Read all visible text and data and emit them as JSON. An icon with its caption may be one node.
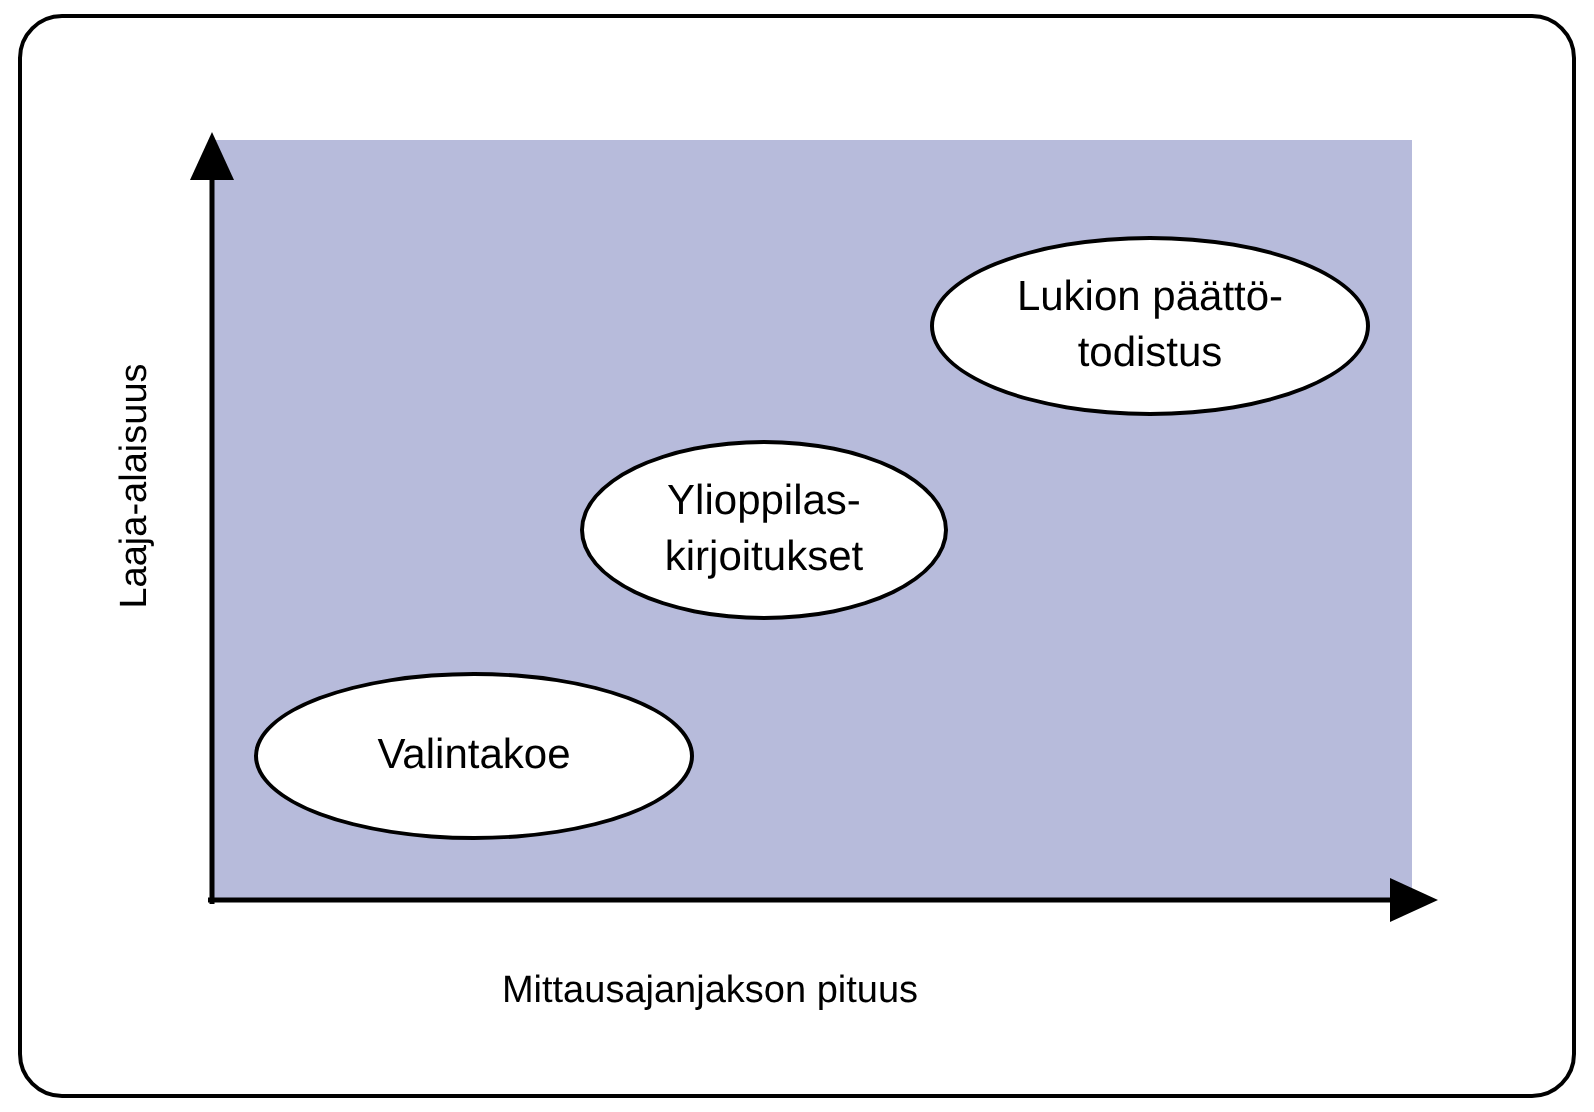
{
  "diagram": {
    "nodes": [
      {
        "text": [
          "Valintakoe"
        ]
      },
      {
        "text": [
          "Ylioppilas- kirjoitukset"
        ]
      },
      {
        "text": [
          "Lukion päättö- todistus"
        ]
      }
    ],
    "labels": [
      "Laaja-alaisuus",
      "Mittausajanjakson pituus"
    ]
  }
}
